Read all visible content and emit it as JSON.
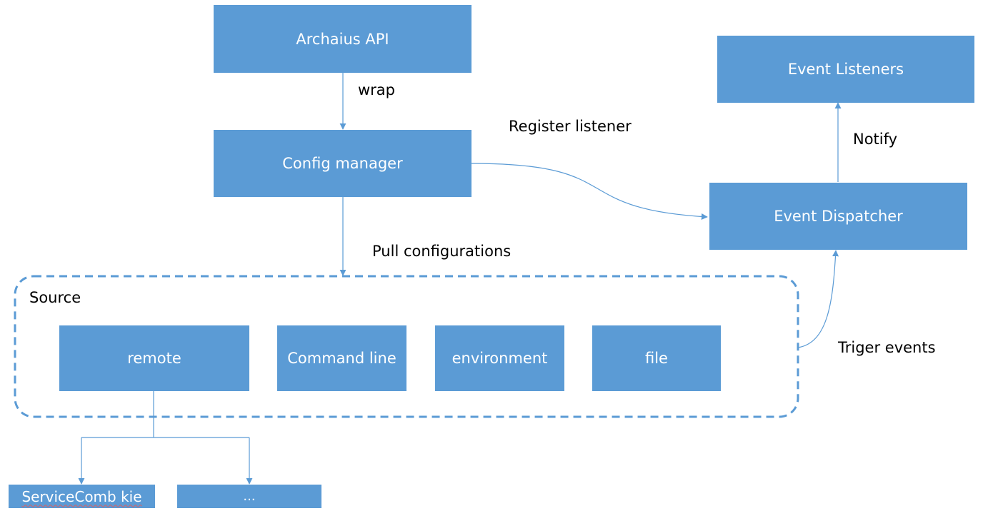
{
  "colors": {
    "box_fill": "#5b9bd5",
    "box_text": "#ffffff",
    "connector": "#5b9bd5",
    "label_text": "#000000",
    "spellcheck_underline": "#e06060"
  },
  "boxes": {
    "archaius_api": "Archaius API",
    "config_manager": "Config manager",
    "event_listeners": "Event Listeners",
    "event_dispatcher": "Event Dispatcher",
    "remote": "remote",
    "command_line": "Command line",
    "environment": "environment",
    "file": "file",
    "servicecomb_kie": "ServiceComb kie",
    "ellipsis": "..."
  },
  "labels": {
    "wrap": "wrap",
    "register_listener": "Register listener",
    "notify": "Notify",
    "pull_configurations": "Pull configurations",
    "source": "Source",
    "triger_events": "Triger events"
  }
}
